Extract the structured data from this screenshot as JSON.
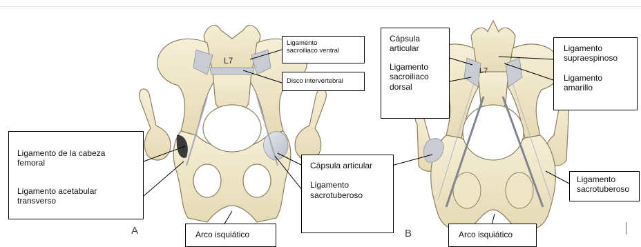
{
  "panel_a": {
    "letter": "A",
    "vertebra": "L7",
    "labels": {
      "ventral": [
        "Ligamento",
        "sacroiliaco ventral"
      ],
      "disc": "Disco intervertebral",
      "femoral_head": [
        "Ligamento de la cabeza",
        "femoral"
      ],
      "acetabular": [
        "Ligamento acetabular",
        "transverso"
      ],
      "joint_capsule": "Cápsula articular",
      "sacrotuberous": [
        "Ligamento",
        "sacrotuberoso"
      ],
      "ischial_arch": "Arco isquiático"
    }
  },
  "panel_b": {
    "letter": "B",
    "vertebra": "L7",
    "labels": {
      "capsule": [
        "Cápsula",
        "articular"
      ],
      "dorsal": [
        "Ligamento",
        "sacroiliaco",
        "dorsal"
      ],
      "supraspinous": [
        "Ligamento",
        "supraespinoso"
      ],
      "yellow": [
        "Ligamento",
        "amarillo"
      ],
      "sacrotuberous": [
        "Ligamento",
        "sacrotuberoso"
      ],
      "ischial_arch": "Arco isquiático"
    }
  },
  "colors": {
    "bone": "#efe6c8",
    "bone_edge": "#8a7f60",
    "ligament": "#c9ccd2",
    "capsule": "#d4d8e0"
  }
}
